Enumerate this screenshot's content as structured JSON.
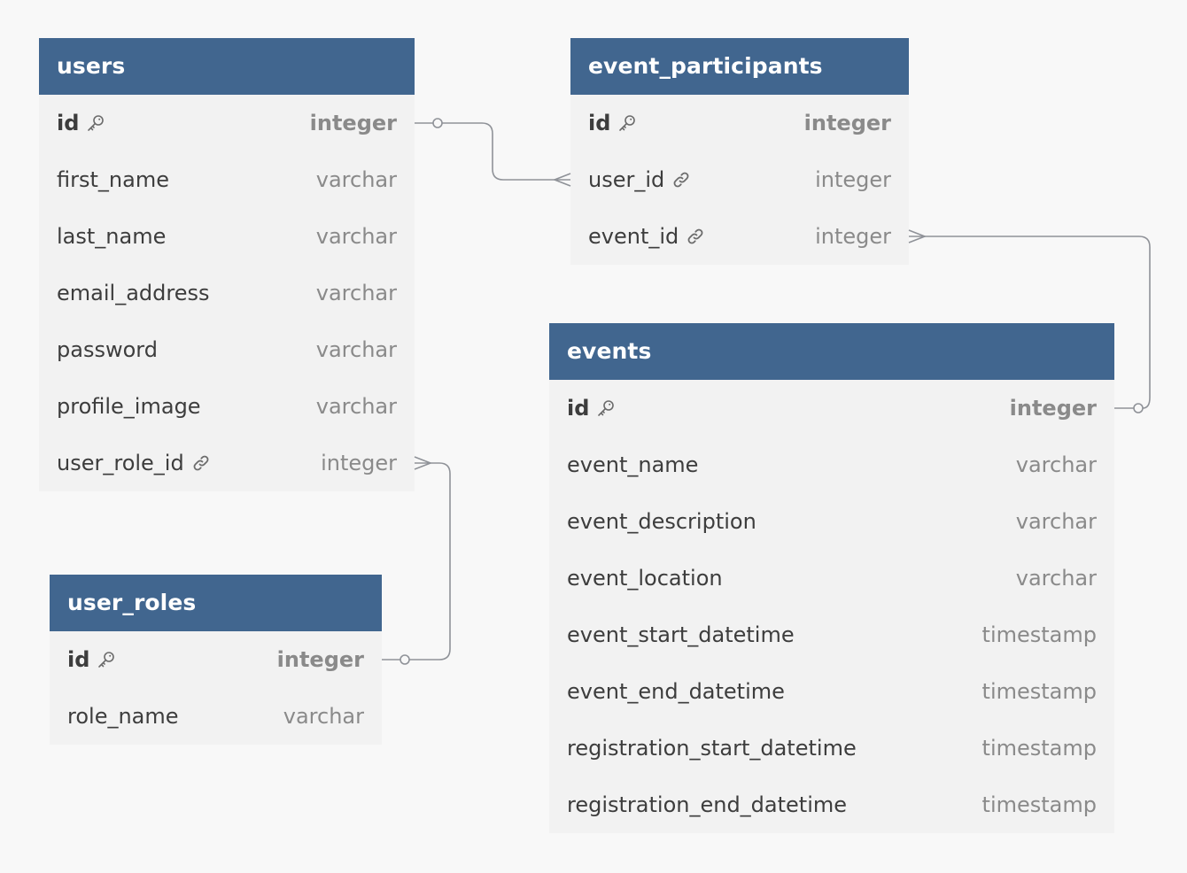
{
  "tables": {
    "users": {
      "name": "users",
      "columns": [
        {
          "name": "id",
          "type": "integer",
          "icon": "key-icon"
        },
        {
          "name": "first_name",
          "type": "varchar"
        },
        {
          "name": "last_name",
          "type": "varchar"
        },
        {
          "name": "email_address",
          "type": "varchar"
        },
        {
          "name": "password",
          "type": "varchar"
        },
        {
          "name": "profile_image",
          "type": "varchar"
        },
        {
          "name": "user_role_id",
          "type": "integer",
          "icon": "link-icon"
        }
      ]
    },
    "event_participants": {
      "name": "event_participants",
      "columns": [
        {
          "name": "id",
          "type": "integer",
          "icon": "key-icon"
        },
        {
          "name": "user_id",
          "type": "integer",
          "icon": "link-icon"
        },
        {
          "name": "event_id",
          "type": "integer",
          "icon": "link-icon"
        }
      ]
    },
    "events": {
      "name": "events",
      "columns": [
        {
          "name": "id",
          "type": "integer",
          "icon": "key-icon"
        },
        {
          "name": "event_name",
          "type": "varchar"
        },
        {
          "name": "event_description",
          "type": "varchar"
        },
        {
          "name": "event_location",
          "type": "varchar"
        },
        {
          "name": "event_start_datetime",
          "type": "timestamp"
        },
        {
          "name": "event_end_datetime",
          "type": "timestamp"
        },
        {
          "name": "registration_start_datetime",
          "type": "timestamp"
        },
        {
          "name": "registration_end_datetime",
          "type": "timestamp"
        }
      ]
    },
    "user_roles": {
      "name": "user_roles",
      "columns": [
        {
          "name": "id",
          "type": "integer",
          "icon": "key-icon"
        },
        {
          "name": "role_name",
          "type": "varchar"
        }
      ]
    }
  },
  "relationships": [
    {
      "from": "users.id",
      "to": "event_participants.user_id",
      "cardinality": "one-to-many"
    },
    {
      "from": "events.id",
      "to": "event_participants.event_id",
      "cardinality": "one-to-many"
    },
    {
      "from": "user_roles.id",
      "to": "users.user_role_id",
      "cardinality": "one-to-many"
    }
  ],
  "colors": {
    "header": "#41668f",
    "body": "#f2f2f2",
    "background": "#f8f8f8",
    "connector": "#8f9298"
  }
}
